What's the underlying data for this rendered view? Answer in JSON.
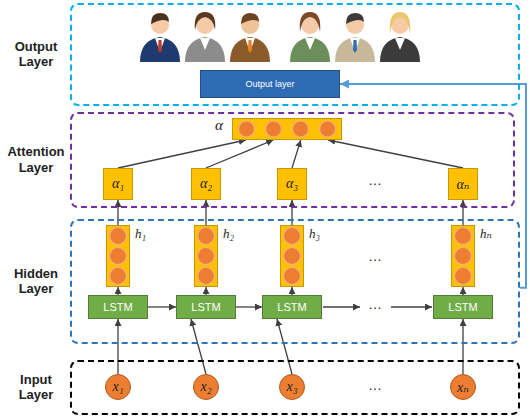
{
  "diagram": {
    "nodes": [
      {
        "text": [
          "Output Layer"
        ]
      },
      {
        "text": [
          "Output layer"
        ],
        "in": 0
      },
      {
        "text": [
          "Attention Layer"
        ]
      },
      {
        "text": [
          "α"
        ],
        "in": 2
      },
      {
        "text": [
          "α₁"
        ],
        "in": 2
      },
      {
        "text": [
          "α₂"
        ],
        "in": 2
      },
      {
        "text": [
          "α₃"
        ],
        "in": 2
      },
      {
        "text": [
          "αₙ"
        ],
        "in": 2
      },
      {
        "text": [
          "Hidden Layer"
        ]
      },
      {
        "text": [
          "h₁"
        ],
        "in": 8
      },
      {
        "text": [
          "h₂"
        ],
        "in": 8
      },
      {
        "text": [
          "h₃"
        ],
        "in": 8
      },
      {
        "text": [
          "hₙ"
        ],
        "in": 8
      },
      {
        "text": [
          "LSTM"
        ],
        "in": 8
      },
      {
        "text": [
          "LSTM"
        ],
        "in": 8
      },
      {
        "text": [
          "LSTM"
        ],
        "in": 8
      },
      {
        "text": [
          "LSTM"
        ],
        "in": 8
      },
      {
        "text": [
          "Input Layer"
        ]
      },
      {
        "text": [
          "x₁"
        ],
        "in": 17
      },
      {
        "text": [
          "x₂"
        ],
        "in": 17
      },
      {
        "text": [
          "x₃"
        ],
        "in": 17
      },
      {
        "text": [
          "xₙ"
        ],
        "in": 17
      }
    ],
    "edges": [
      {
        "from": 18,
        "to": 13,
        "arrow": "to"
      },
      {
        "from": 19,
        "to": 14,
        "arrow": "to"
      },
      {
        "from": 20,
        "to": 15,
        "arrow": "to"
      },
      {
        "from": 21,
        "to": 16,
        "arrow": "to"
      },
      {
        "from": 13,
        "to": 14,
        "arrow": "to"
      },
      {
        "from": 14,
        "to": 15,
        "arrow": "to"
      },
      {
        "from": 13,
        "to": 9,
        "arrow": "to"
      },
      {
        "from": 14,
        "to": 10,
        "arrow": "to"
      },
      {
        "from": 15,
        "to": 11,
        "arrow": "to"
      },
      {
        "from": 16,
        "to": 12,
        "arrow": "to"
      },
      {
        "from": 9,
        "to": 4,
        "arrow": "to"
      },
      {
        "from": 10,
        "to": 5,
        "arrow": "to"
      },
      {
        "from": 11,
        "to": 6,
        "arrow": "to"
      },
      {
        "from": 12,
        "to": 7,
        "arrow": "to"
      },
      {
        "from": 4,
        "to": 3,
        "arrow": "to"
      },
      {
        "from": 5,
        "to": 3,
        "arrow": "to"
      },
      {
        "from": 6,
        "to": 3,
        "arrow": "to"
      },
      {
        "from": 7,
        "to": 3,
        "arrow": "to"
      },
      {
        "from": 8,
        "to": 1,
        "arrow": "to"
      }
    ],
    "labels": [
      "…",
      "…",
      "…",
      "…"
    ]
  }
}
